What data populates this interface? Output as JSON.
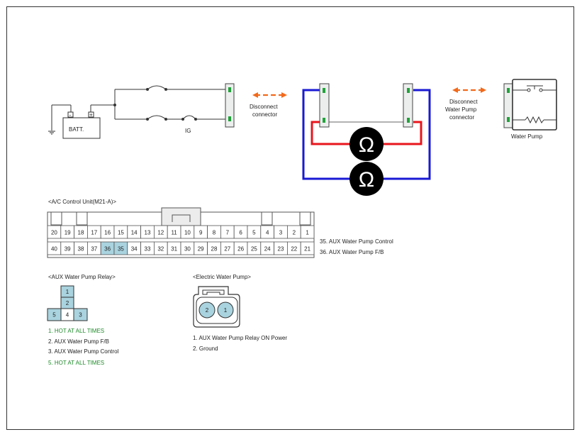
{
  "circuit": {
    "battery_label": "BATT.",
    "battery_minus": "-",
    "battery_plus": "+",
    "ig_label": "IG",
    "disconnect_connector_label": [
      "Disconnect",
      "connector"
    ],
    "disconnect_pump_label": [
      "Disconnect",
      "Water Pump",
      "connector"
    ],
    "water_pump_label": "Water Pump",
    "ohm_symbol": "Ω",
    "colors": {
      "red_lead": "#e8141c",
      "blue_lead": "#1a1ad4",
      "arrow": "#f26a1b",
      "pin": "#22a33a"
    }
  },
  "ac_unit": {
    "title": "<A/C Control Unit(M21-A)>",
    "top_row": [
      "20",
      "19",
      "18",
      "17",
      "16",
      "15",
      "14",
      "13",
      "12",
      "11",
      "10",
      "9",
      "8",
      "7",
      "6",
      "5",
      "4",
      "3",
      "2",
      "1"
    ],
    "bottom_row": [
      "40",
      "39",
      "38",
      "37",
      "36",
      "35",
      "34",
      "33",
      "32",
      "31",
      "30",
      "29",
      "28",
      "27",
      "26",
      "25",
      "24",
      "23",
      "22",
      "21"
    ],
    "highlighted": [
      "36",
      "35"
    ],
    "pin_notes": [
      "35. AUX Water Pump Control",
      "36. AUX Water Pump F/B"
    ]
  },
  "relay": {
    "title": "<AUX Water Pump Relay>",
    "pins": [
      "1",
      "2",
      "5",
      "4",
      "3"
    ],
    "notes": [
      {
        "text": "1. HOT AT ALL TIMES",
        "color": "green"
      },
      {
        "text": "2. AUX Water Pump F/B",
        "color": "black"
      },
      {
        "text": "3. AUX Water Pump Control",
        "color": "black"
      },
      {
        "text": "5. HOT AT ALL TIMES",
        "color": "green"
      }
    ]
  },
  "pump_connector": {
    "title": "<Electric Water Pump>",
    "pins": [
      "2",
      "1"
    ],
    "notes": [
      "1. AUX Water Pump Relay ON Power",
      "2. Ground"
    ]
  }
}
